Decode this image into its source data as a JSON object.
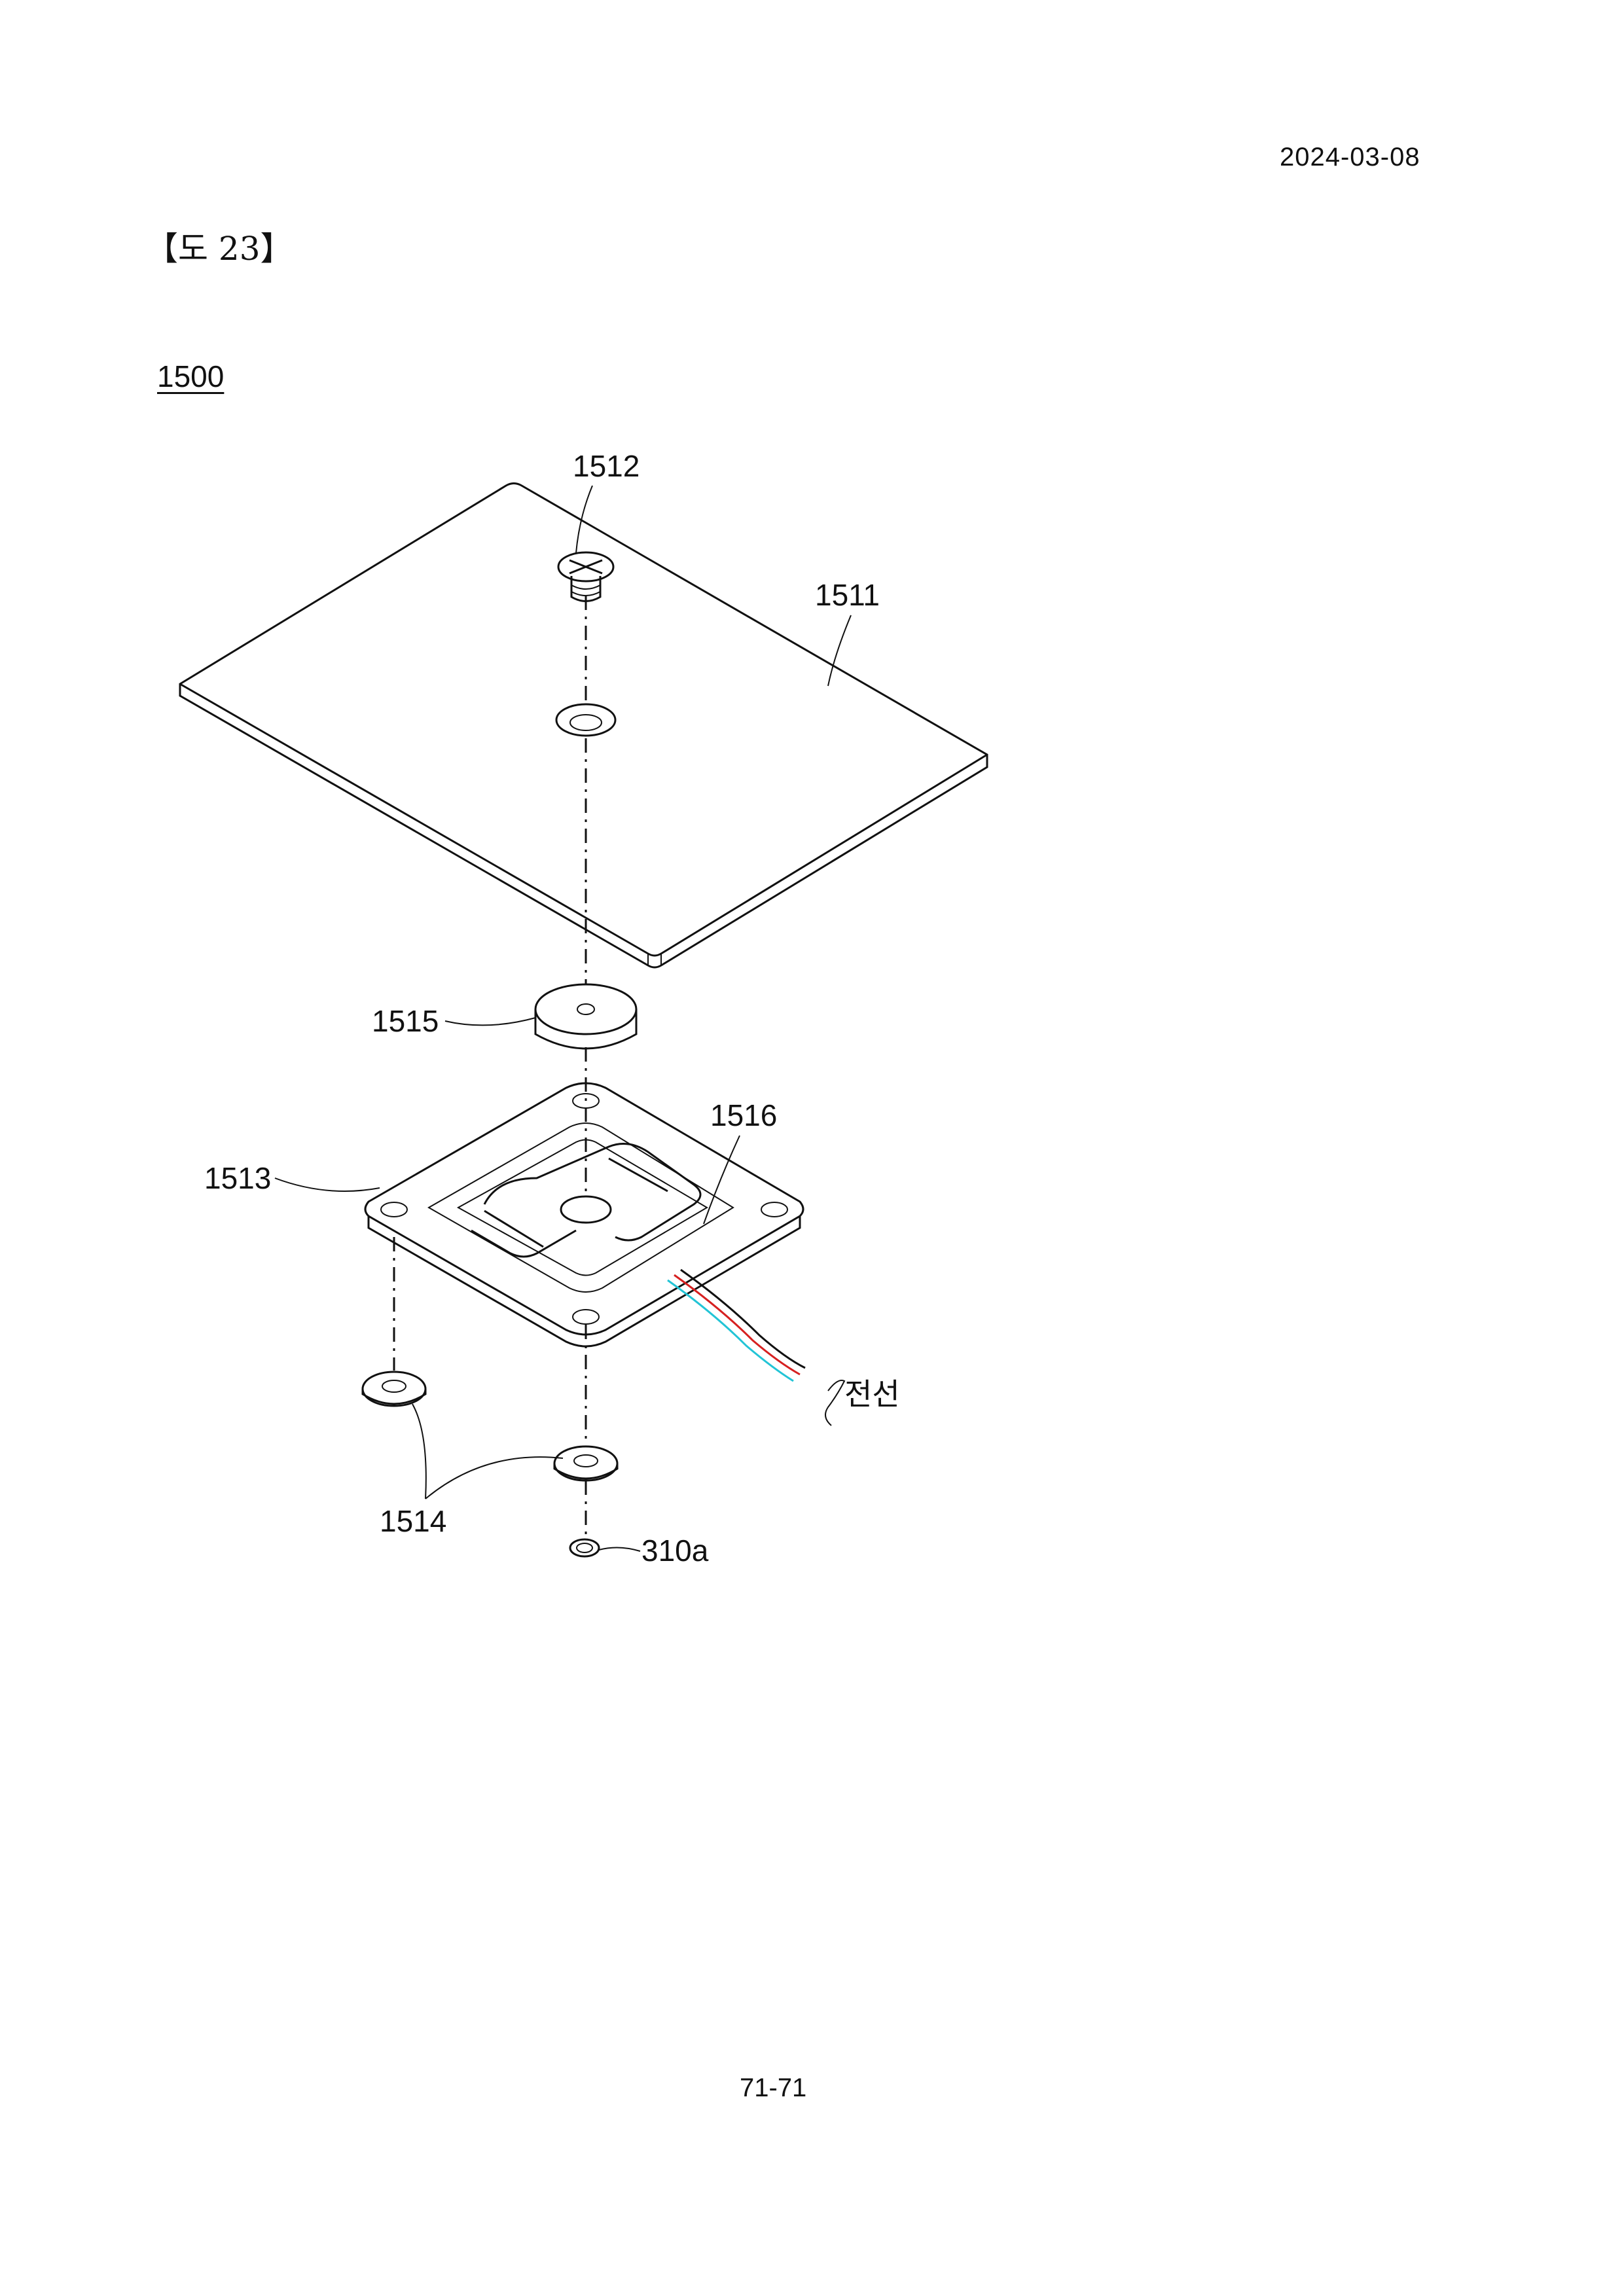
{
  "header": {
    "date": "2024-03-08"
  },
  "figure": {
    "title": "【도 23】",
    "assembly_ref": "1500",
    "labels": {
      "screw": "1512",
      "top_plate": "1511",
      "pad": "1515",
      "heater": "1516",
      "bracket": "1513",
      "washers": "1514",
      "nut": "310a",
      "wire": "전선"
    },
    "colors": {
      "wire_red": "#d62020",
      "wire_cyan": "#22c4d6",
      "wire_black": "#111111"
    }
  },
  "footer": {
    "page": "71-71"
  }
}
